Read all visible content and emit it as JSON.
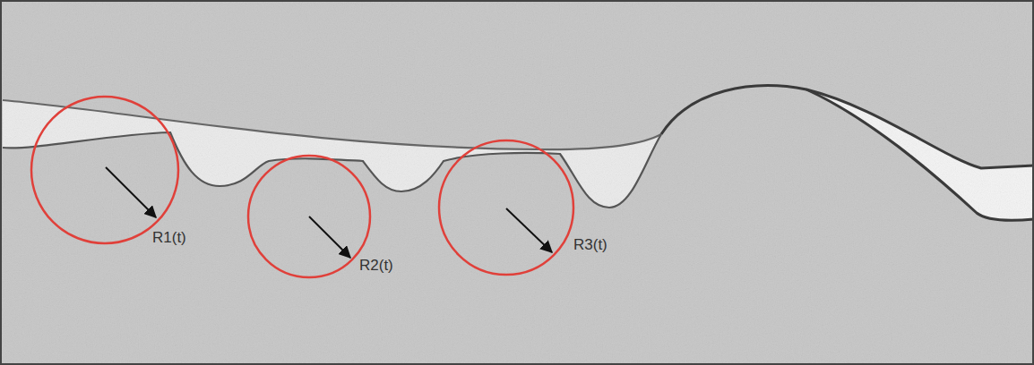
{
  "diagram": {
    "labels": [
      "R1(t)",
      "R2(t)",
      "R3(t)"
    ]
  }
}
